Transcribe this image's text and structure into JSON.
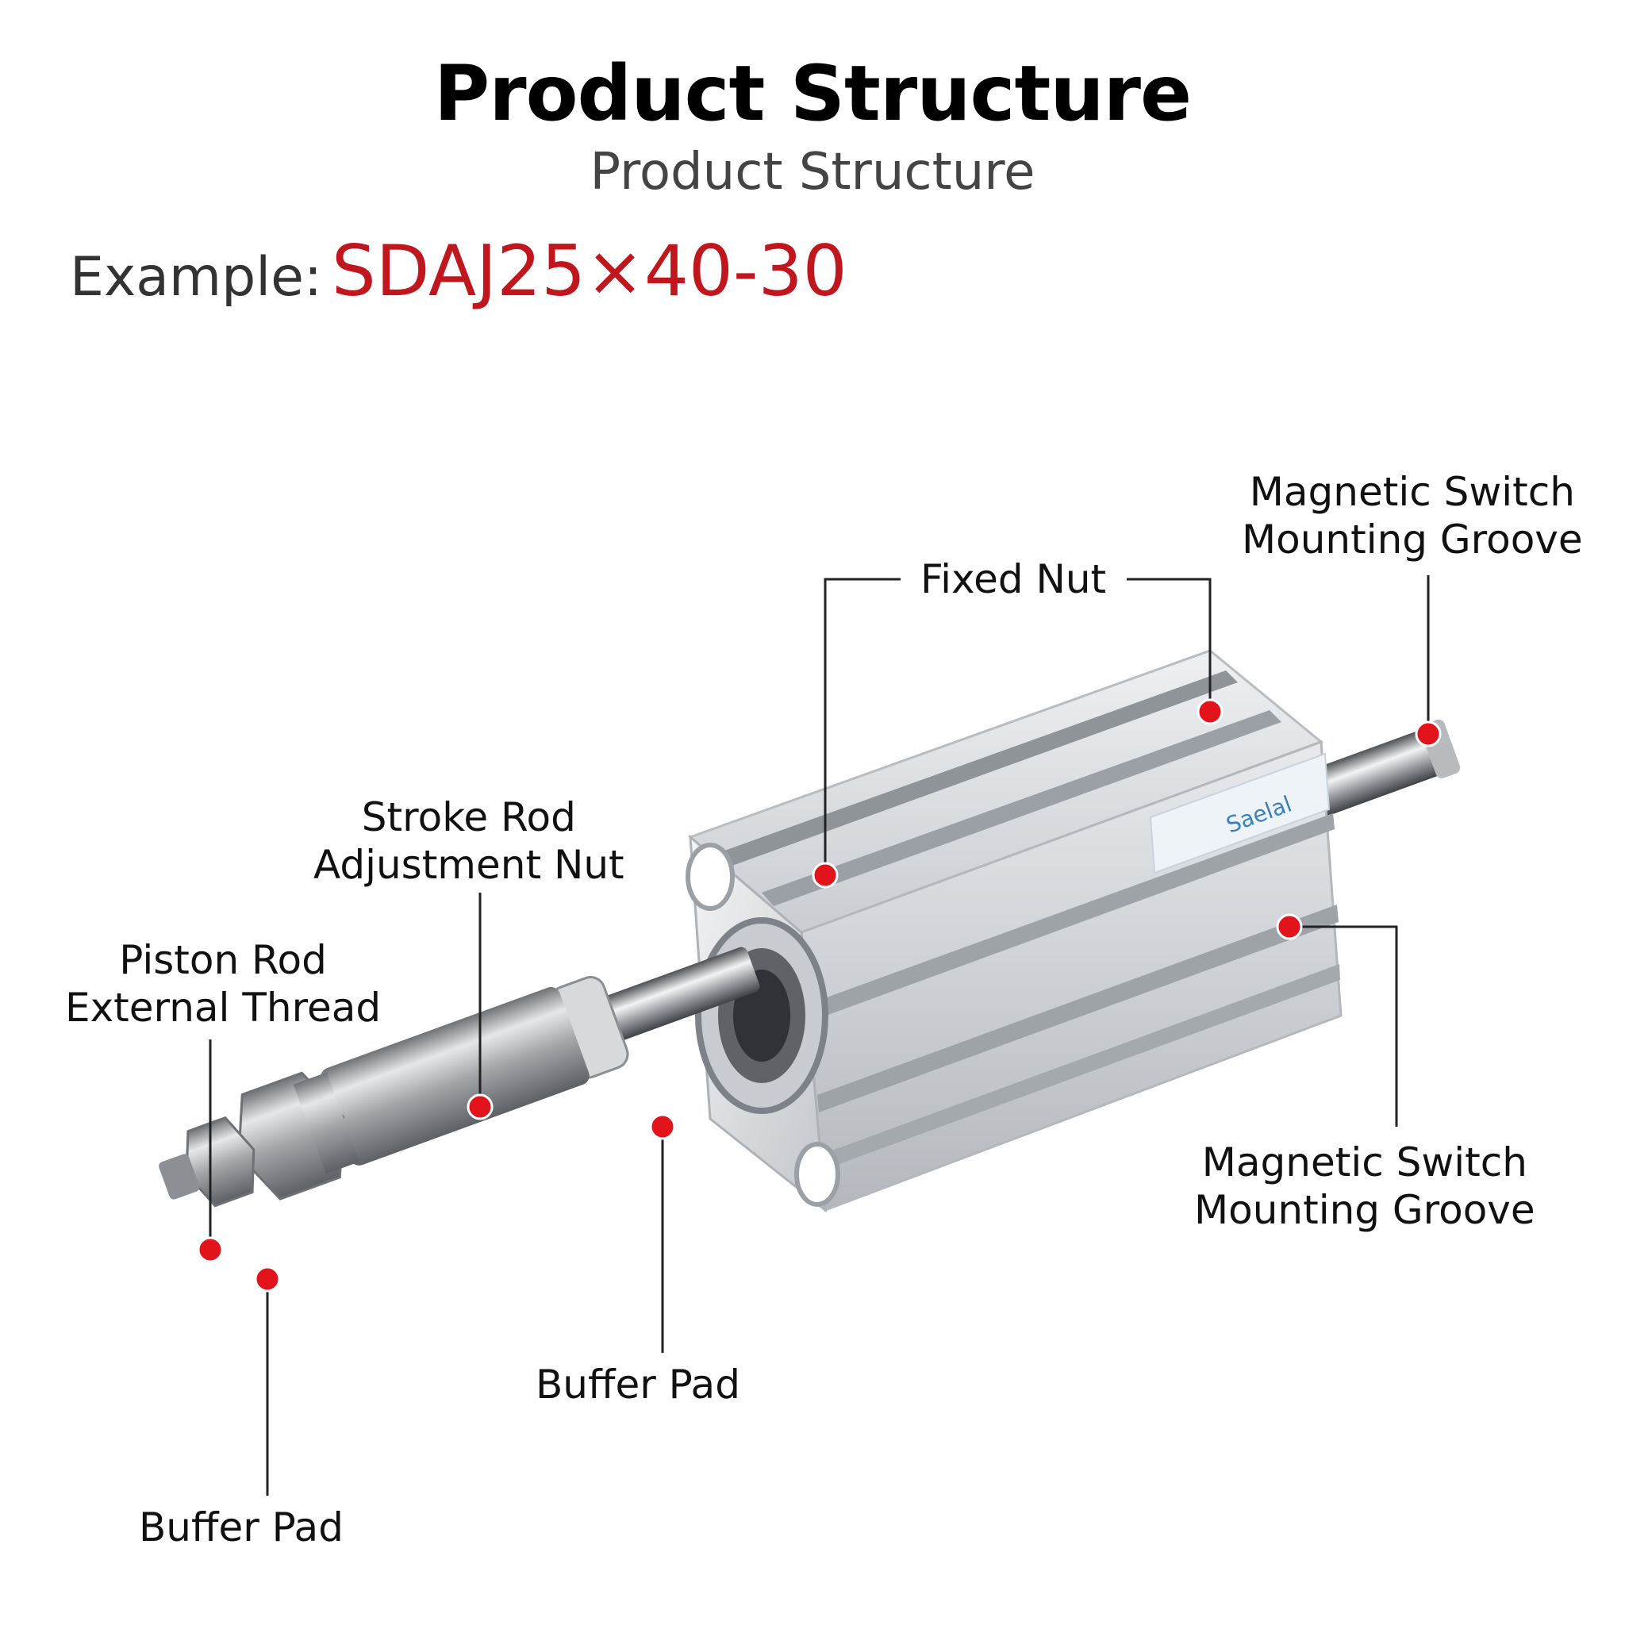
{
  "header": {
    "title": "Product Structure",
    "subtitle": "Product Structure",
    "example_prefix": "Example:",
    "example_model": "SDAJ25×40-30"
  },
  "labels": {
    "magnetic_switch_top": [
      "Magnetic Switch",
      "Mounting Groove"
    ],
    "fixed_nut": "Fixed Nut",
    "stroke_rod": [
      "Stroke Rod",
      "Adjustment Nut"
    ],
    "piston_rod": [
      "Piston Rod",
      "External Thread"
    ],
    "magnetic_switch_bottom": [
      "Magnetic Switch",
      "Mounting Groove"
    ],
    "buffer_pad_middle": "Buffer Pad",
    "buffer_pad_bottom": "Buffer Pad"
  },
  "colors": {
    "marker": "#e3131b",
    "model_text": "#c0161d",
    "aluminum": "#d9dde1",
    "steel": "#b9bcbf"
  }
}
